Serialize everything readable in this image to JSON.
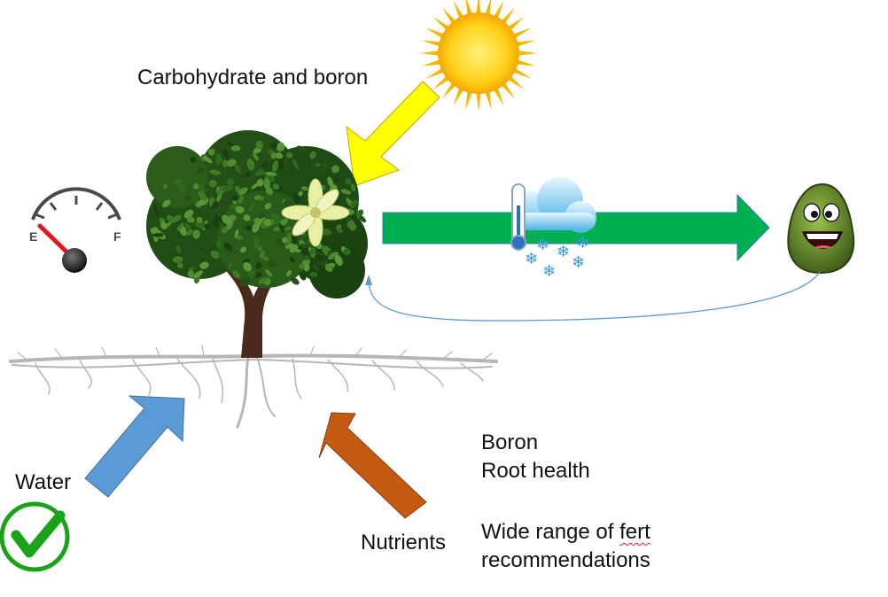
{
  "labels": {
    "carbohydrate_boron": "Carbohydrate and boron",
    "water": "Water",
    "nutrients": "Nutrients",
    "boron": "Boron",
    "root_health": "Root health",
    "fert_line1_prefix": "Wide range of ",
    "fert_line1_word": "fert",
    "fert_line2": "recommendations"
  },
  "gauge": {
    "low_mark": "E",
    "high_mark": "F",
    "level": "empty"
  },
  "icons": {
    "sun": "sun-icon",
    "tree": "tree-icon",
    "flower": "flower-icon",
    "fuel_gauge": "fuel-gauge-icon",
    "weather": "cold-weather-icon",
    "avocado": "smiling-avocado-icon",
    "check": "checkmark-icon"
  },
  "colors": {
    "sun_arrow": "#ffff00",
    "growth_arrow": "#00b050",
    "water_arrow": "#5b9bd5",
    "nutrient_arrow": "#c55a11",
    "feedback_line": "#5b9bd5",
    "check": "#19a319",
    "gauge_needle": "#e0161b"
  }
}
